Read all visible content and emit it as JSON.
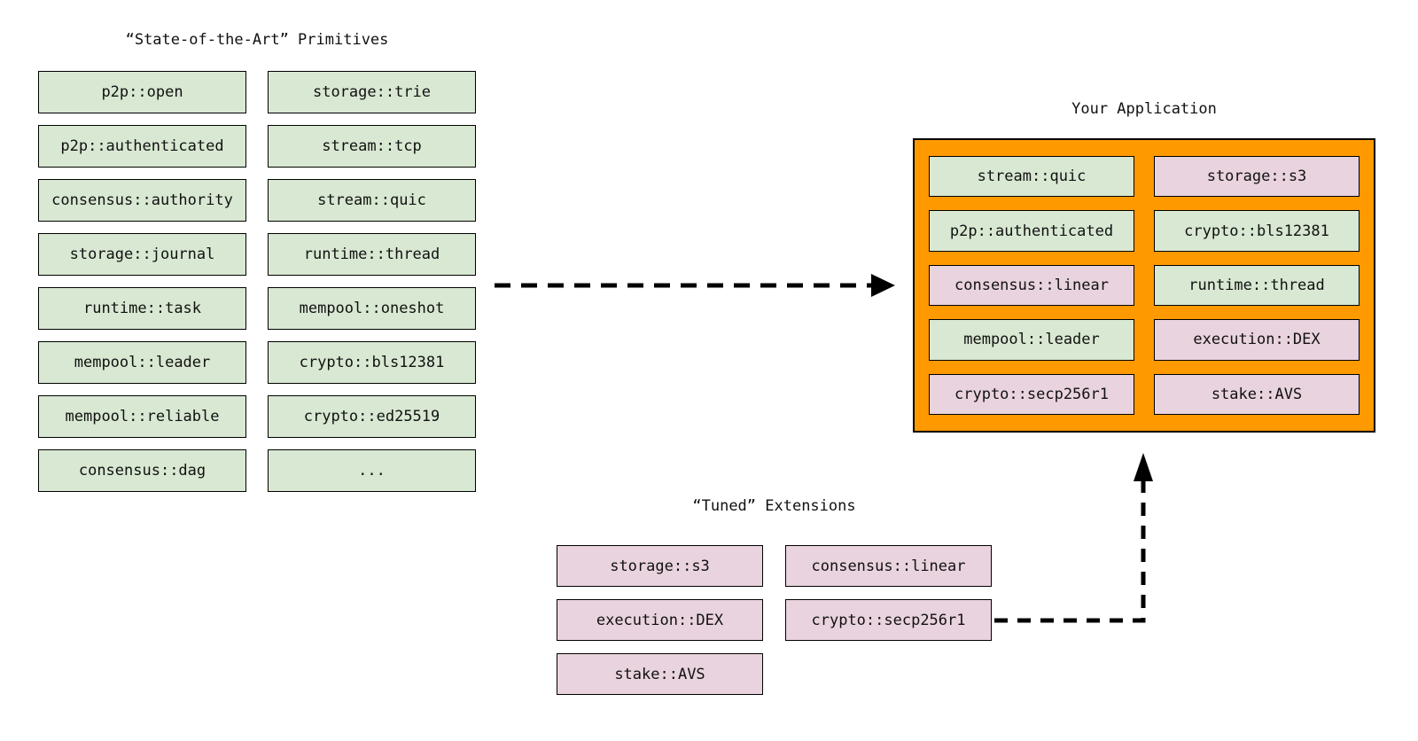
{
  "colors": {
    "background": "#ffffff",
    "primitive_green": "#d8e8d2",
    "extension_pink": "#e9d3de",
    "application_orange": "#ff9900",
    "box_border": "#000000",
    "text": "#111111",
    "arrow": "#000000"
  },
  "primitives": {
    "title": "“State-of-the-Art” Primitives",
    "col1": [
      "p2p::open",
      "p2p::authenticated",
      "consensus::authority",
      "storage::journal",
      "runtime::task",
      "mempool::leader",
      "mempool::reliable",
      "consensus::dag"
    ],
    "col2": [
      "storage::trie",
      "stream::tcp",
      "stream::quic",
      "runtime::thread",
      "mempool::oneshot",
      "crypto::bls12381",
      "crypto::ed25519",
      "..."
    ]
  },
  "application": {
    "title": "Your Application",
    "items": [
      {
        "label": "stream::quic",
        "variant": "green"
      },
      {
        "label": "storage::s3",
        "variant": "pink"
      },
      {
        "label": "p2p::authenticated",
        "variant": "green"
      },
      {
        "label": "crypto::bls12381",
        "variant": "green"
      },
      {
        "label": "consensus::linear",
        "variant": "pink"
      },
      {
        "label": "runtime::thread",
        "variant": "green"
      },
      {
        "label": "mempool::leader",
        "variant": "green"
      },
      {
        "label": "execution::DEX",
        "variant": "pink"
      },
      {
        "label": "crypto::secp256r1",
        "variant": "pink"
      },
      {
        "label": "stake::AVS",
        "variant": "pink"
      }
    ]
  },
  "extensions": {
    "title": "“Tuned” Extensions",
    "col1": [
      "storage::s3",
      "execution::DEX",
      "stake::AVS"
    ],
    "col2": [
      "consensus::linear",
      "crypto::secp256r1"
    ]
  }
}
